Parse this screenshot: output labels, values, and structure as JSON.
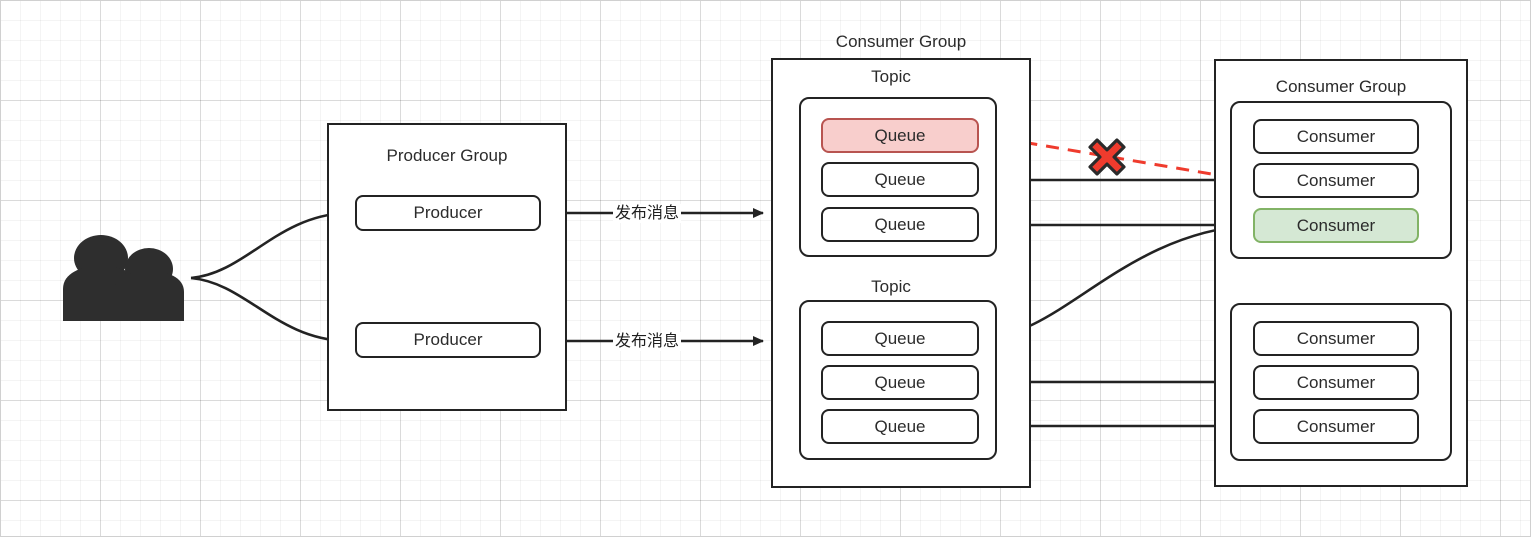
{
  "diagram": {
    "title_top_center": "Consumer Group",
    "producer_group": {
      "label": "Producer Group",
      "producers": [
        {
          "label": "Producer"
        },
        {
          "label": "Producer"
        }
      ]
    },
    "broker": {
      "outer_label": "Consumer Group",
      "topics": [
        {
          "label": "Topic",
          "queues": [
            {
              "label": "Queue",
              "state": "error",
              "fill": "#f8cecc",
              "stroke": "#b85450"
            },
            {
              "label": "Queue",
              "state": "normal",
              "fill": "#ffffff",
              "stroke": "#232323"
            },
            {
              "label": "Queue",
              "state": "normal",
              "fill": "#ffffff",
              "stroke": "#232323"
            }
          ]
        },
        {
          "label": "Topic",
          "queues": [
            {
              "label": "Queue",
              "state": "normal",
              "fill": "#ffffff",
              "stroke": "#232323"
            },
            {
              "label": "Queue",
              "state": "normal",
              "fill": "#ffffff",
              "stroke": "#232323"
            },
            {
              "label": "Queue",
              "state": "normal",
              "fill": "#ffffff",
              "stroke": "#232323"
            }
          ]
        }
      ]
    },
    "consumer_side": {
      "label": "Consumer Group",
      "groups": [
        {
          "consumers": [
            {
              "label": "Consumer",
              "state": "normal",
              "fill": "#ffffff",
              "stroke": "#232323"
            },
            {
              "label": "Consumer",
              "state": "normal",
              "fill": "#ffffff",
              "stroke": "#232323"
            },
            {
              "label": "Consumer",
              "state": "active",
              "fill": "#d5e8d4",
              "stroke": "#82b366"
            }
          ]
        },
        {
          "consumers": [
            {
              "label": "Consumer",
              "state": "normal",
              "fill": "#ffffff",
              "stroke": "#232323"
            },
            {
              "label": "Consumer",
              "state": "normal",
              "fill": "#ffffff",
              "stroke": "#232323"
            },
            {
              "label": "Consumer",
              "state": "normal",
              "fill": "#ffffff",
              "stroke": "#232323"
            }
          ]
        }
      ]
    },
    "edge_labels": {
      "publish_top": "发布消息",
      "publish_bottom": "发布消息"
    },
    "markers": {
      "failure_x": "x-mark",
      "failure_color": "#ef3b2d",
      "users_icon": "users-icon"
    },
    "colors": {
      "line": "#232323",
      "error": "#ef3b2d",
      "pink_fill": "#f8cecc",
      "green_fill": "#d5e8d4",
      "grid": "#e8e8e8"
    }
  }
}
